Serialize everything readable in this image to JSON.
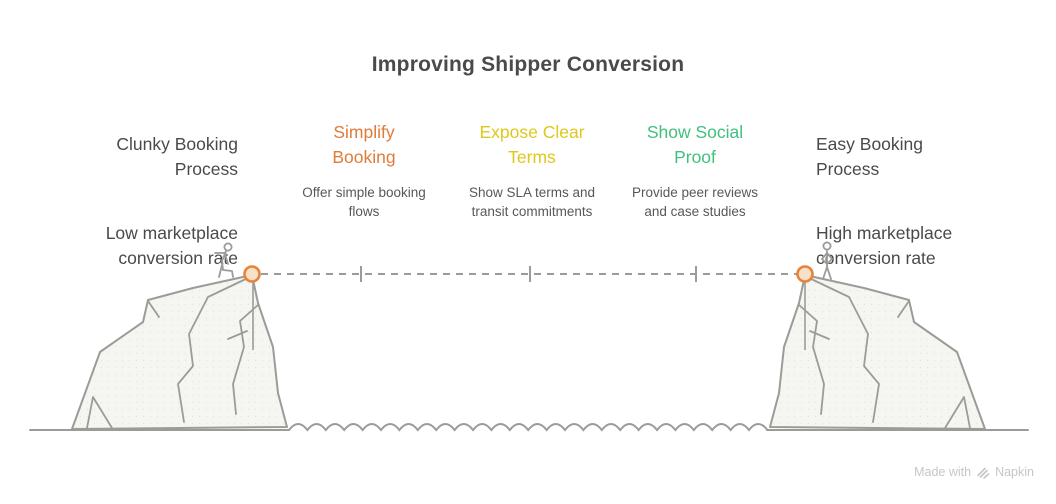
{
  "title": "Improving Shipper Conversion",
  "before_state": {
    "label": "Clunky Booking\nProcess",
    "detail": "Low marketplace\nconversion rate"
  },
  "after_state": {
    "label": "Easy Booking\nProcess",
    "detail": "High marketplace\nconversion rate"
  },
  "steps": [
    {
      "heading": "Simplify\nBooking",
      "description": "Offer simple booking\nflows",
      "color": "#E07B39"
    },
    {
      "heading": "Expose Clear\nTerms",
      "description": "Show SLA terms and\ntransit commitments",
      "color": "#DFC71B"
    },
    {
      "heading": "Show Social\nProof",
      "description": "Provide peer reviews\nand case studies",
      "color": "#41C07E"
    }
  ],
  "watermark": {
    "prefix": "Made with",
    "brand": "Napkin"
  },
  "colors": {
    "bg": "#ffffff",
    "title_text": "#4a4a4a",
    "state_text": "#4a4a4a",
    "desc_text": "#585858",
    "outline": "#9b9b98",
    "cliff_fill": "#f5f5f2",
    "cliff_dots": "#e6e6df",
    "marker_stroke": "#e8833a",
    "marker_fill": "#f7e2c9",
    "watermark": "#c6c6c6"
  }
}
